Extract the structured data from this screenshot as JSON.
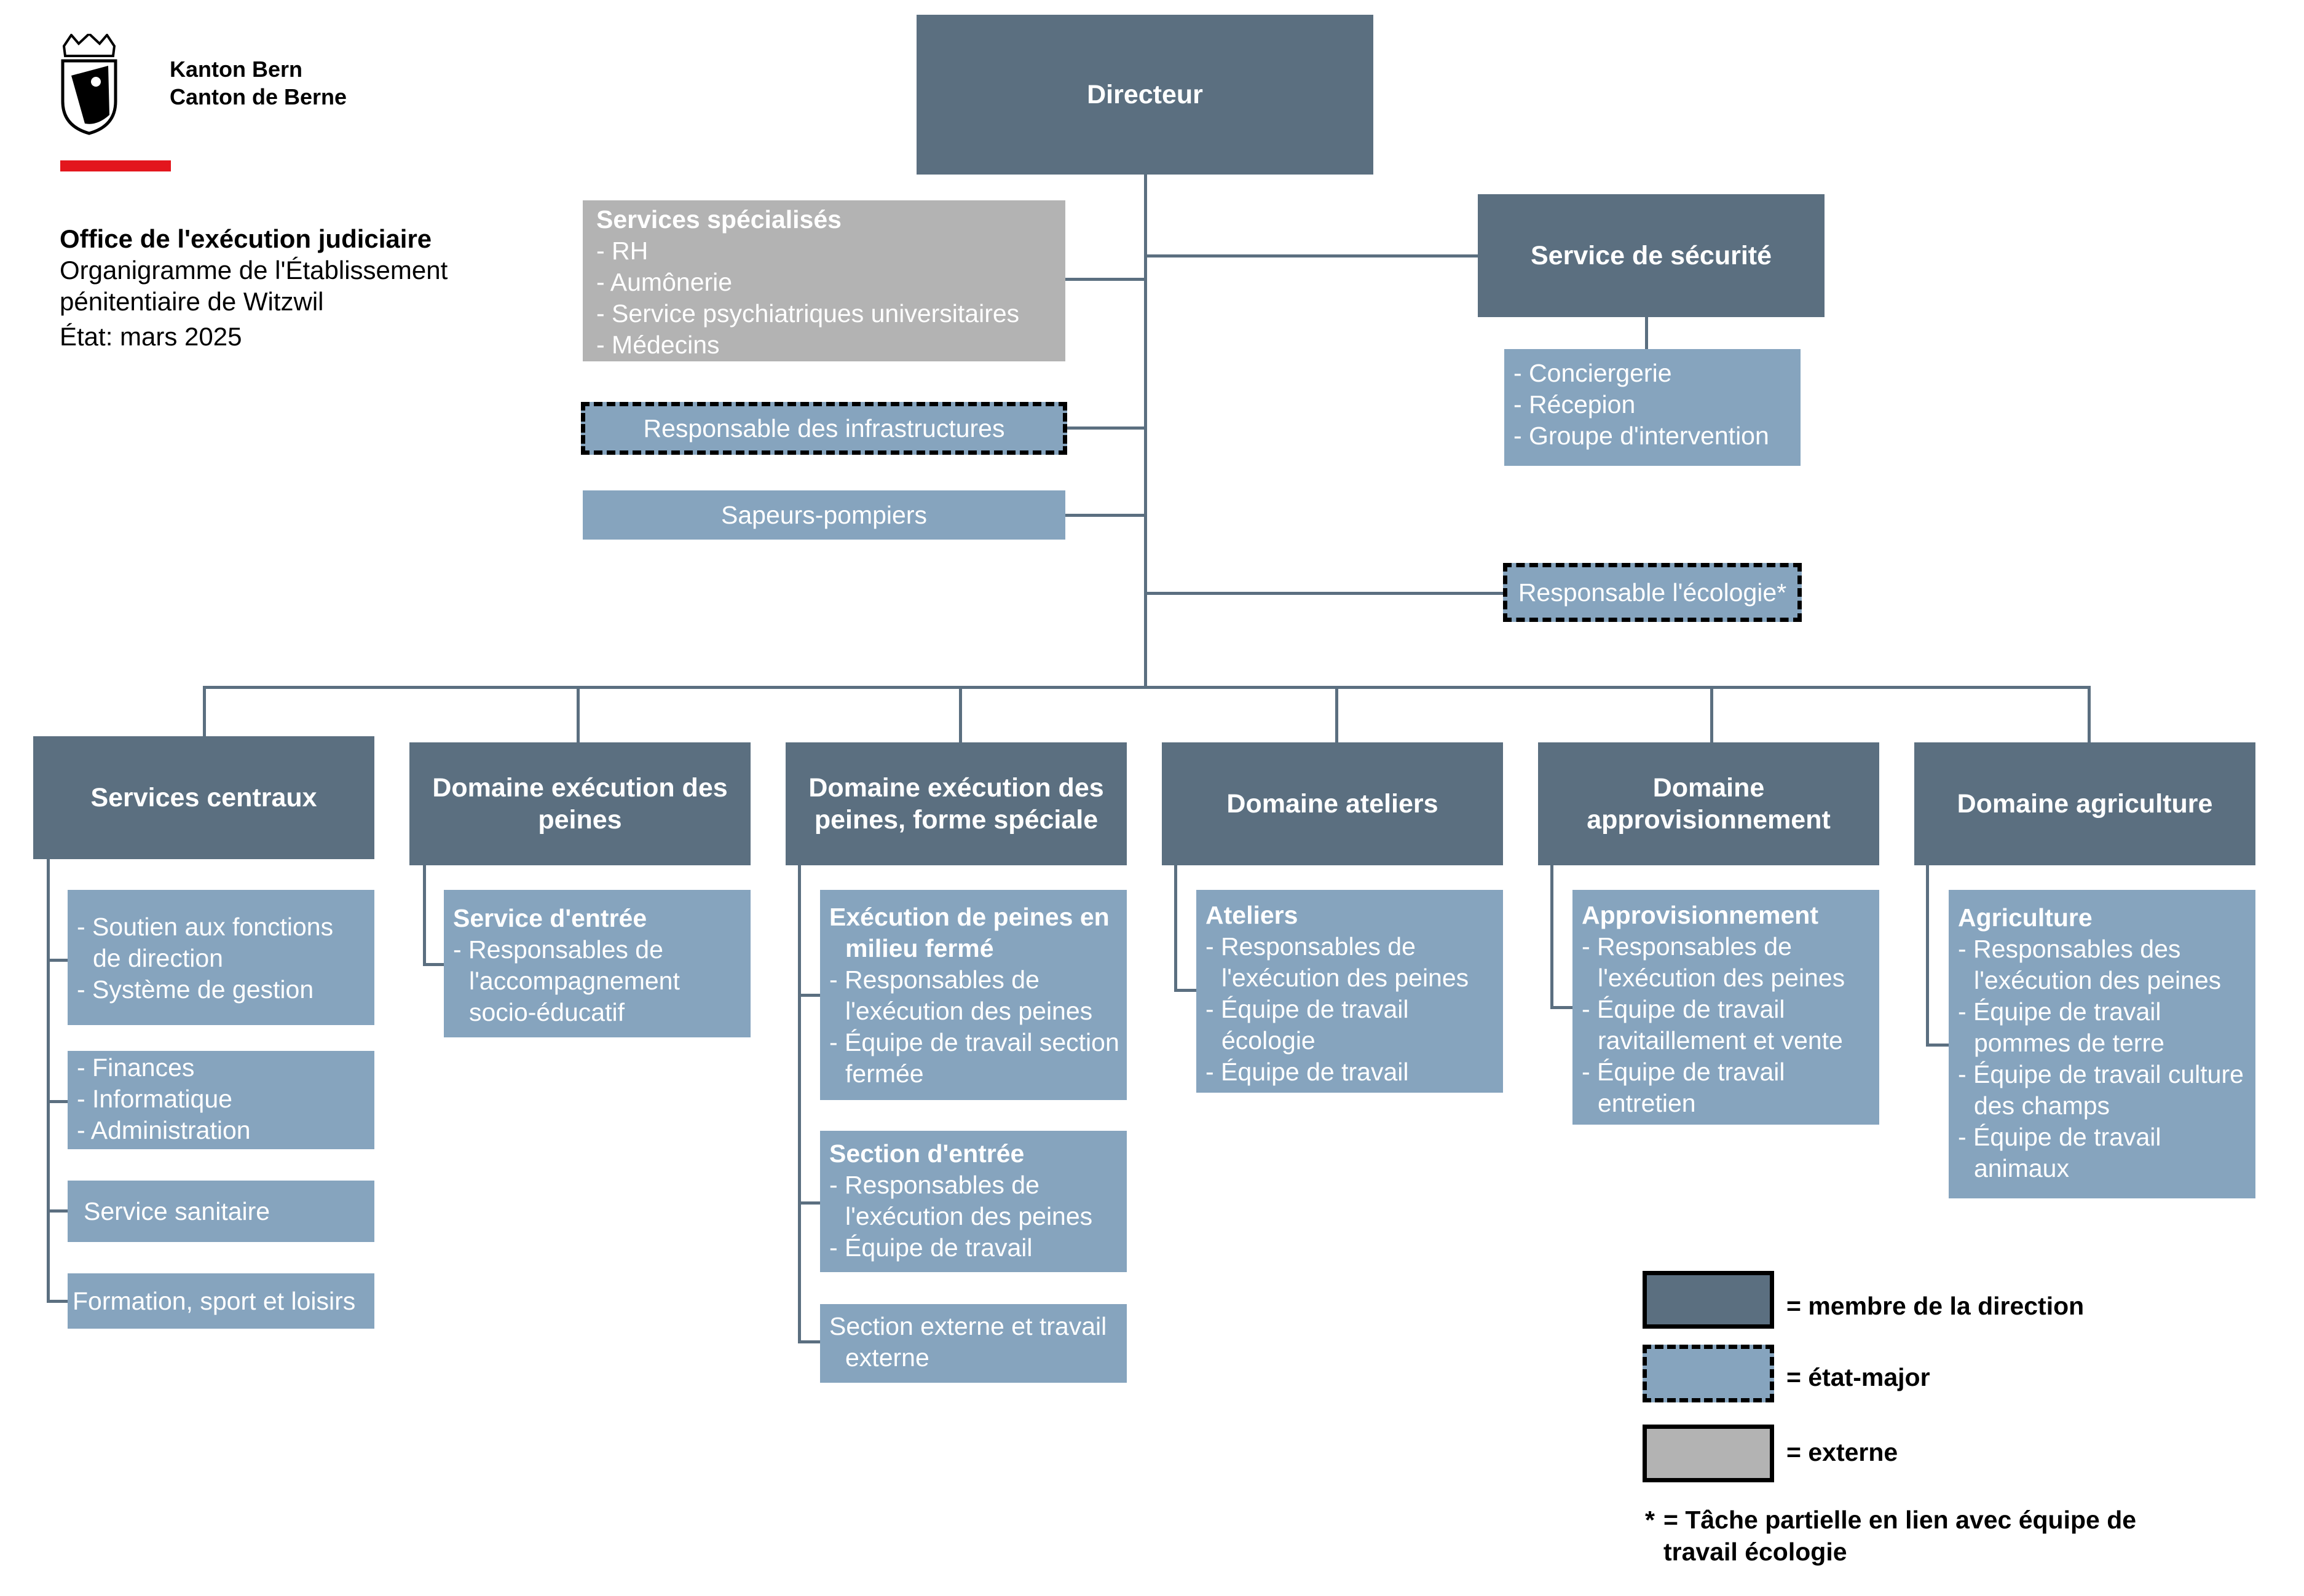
{
  "header": {
    "canton_de": "Kanton Bern",
    "canton_fr": "Canton de Berne",
    "office": "Office de l'exécution judiciaire",
    "subtitle_1": "Organigramme de l'Établissement",
    "subtitle_2": "pénitentiaire de Witzwil",
    "state": "État: mars 2025",
    "accent_color": "#e3161d"
  },
  "colors": {
    "direction": "#5b6f80",
    "staff": "#86a4be",
    "external": "#b3b3b3"
  },
  "directeur": "Directeur",
  "services_specialises": {
    "title": "Services spécialisés",
    "items": [
      "- RH",
      "- Aumônerie",
      "- Service psychiatriques universitaires",
      "- Médecins"
    ]
  },
  "infrastructures": "Responsable des infrastructures",
  "pompiers": "Sapeurs-pompiers",
  "securite": {
    "title": "Service de sécurité",
    "items": [
      "- Conciergerie",
      "- Récepion",
      "- Groupe d'intervention"
    ]
  },
  "ecologie": "Responsable l'écologie*",
  "domains": [
    {
      "title": "Services centraux",
      "subs": [
        {
          "items": [
            "- Soutien aux fonctions de direction",
            "- Système de gestion"
          ]
        },
        {
          "items": [
            "- Finances",
            "- Informatique",
            "- Administration"
          ]
        },
        {
          "label": "Service sanitaire"
        },
        {
          "label": "Formation, sport et loisirs"
        }
      ]
    },
    {
      "title": "Domaine exécution des peines",
      "subs": [
        {
          "title": "Service d'entrée",
          "items": [
            "- Responsables de l'accompagnement socio-éducatif"
          ]
        }
      ]
    },
    {
      "title": "Domaine exécution des peines, forme spéciale",
      "subs": [
        {
          "title": "Exécution de peines en milieu fermé",
          "items": [
            "- Responsables de l'exécution des peines",
            "- Équipe de travail section fermée"
          ]
        },
        {
          "title": "Section d'entrée",
          "items": [
            "- Responsables de l'exécution des peines",
            "- Équipe de travail"
          ]
        },
        {
          "label": "Section externe et travail externe"
        }
      ]
    },
    {
      "title": "Domaine ateliers",
      "subs": [
        {
          "title": "Ateliers",
          "items": [
            "- Responsables de l'exécution des peines",
            "- Équipe de travail écologie",
            "- Équipe de travail ateliers"
          ]
        }
      ]
    },
    {
      "title": "Domaine approvisionnement",
      "subs": [
        {
          "title": "Approvisionnement",
          "items": [
            "- Responsables de l'exécution des peines",
            "- Équipe de travail ravitaillement et vente",
            "- Équipe de travail entretien"
          ]
        }
      ]
    },
    {
      "title": "Domaine agriculture",
      "subs": [
        {
          "title": "Agriculture",
          "items": [
            "- Responsables des l'exécution des peines",
            "- Équipe de travail pommes de terre",
            "- Équipe de travail culture des champs",
            "- Équipe de travail animaux"
          ]
        }
      ]
    }
  ],
  "legend": {
    "direction": "= membre de la direction",
    "staff": "= état-major",
    "external": "= externe",
    "note_marker": "*",
    "note_1": "= Tâche partielle en lien avec équipe de",
    "note_2": "travail écologie"
  }
}
